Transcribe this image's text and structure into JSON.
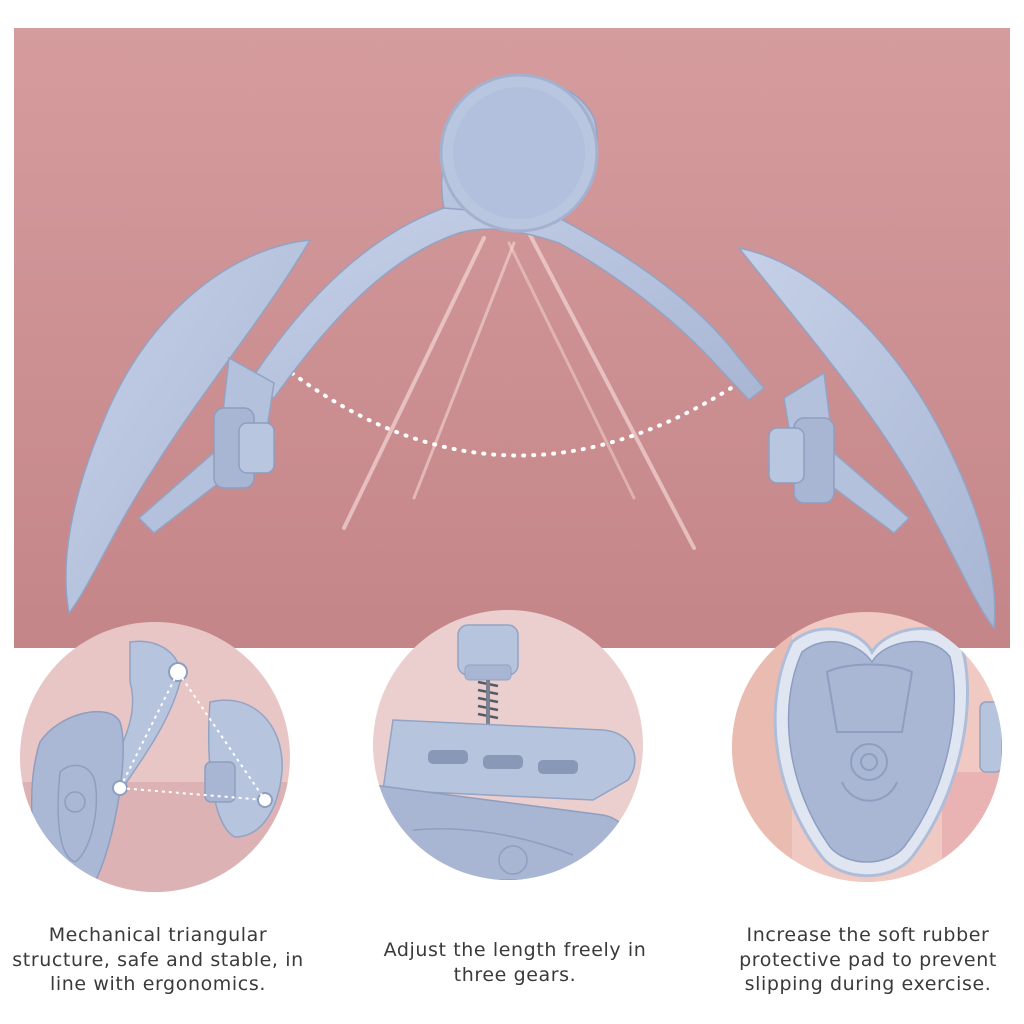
{
  "captions": {
    "triangular": "Mechanical triangular\nstructure, safe and stable, in\nline with ergonomics.",
    "gears": "Adjust the length freely in\nthree gears.",
    "rubber_pad": "Increase the soft rubber\nprotective pad to prevent\nslipping during exercise."
  },
  "colors": {
    "background_pink": "#cc8e91",
    "device_blue": "#b7c4de",
    "device_shadow": "#93a3c4",
    "caption_text": "#3a3a3a"
  }
}
